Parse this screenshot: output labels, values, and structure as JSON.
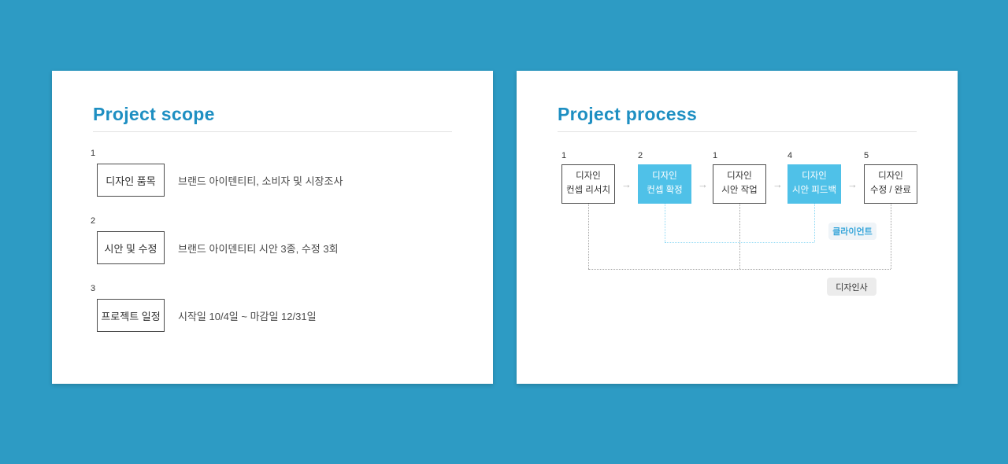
{
  "colors": {
    "background": "#2D9BC4",
    "title_accent": "#1E8FC2",
    "highlight_box": "#4FC1E8",
    "connector_blue": "#8FD9F4",
    "connector_gray": "#A3A3A3"
  },
  "scope_card": {
    "title": "Project scope",
    "items": [
      {
        "number": "1",
        "label": "디자인 품목",
        "description": "브랜드 아이텐티티, 소비자 및 시장조사"
      },
      {
        "number": "2",
        "label": "시안 및 수정",
        "description": "브랜드 아이덴티티 시안 3종, 수정 3회"
      },
      {
        "number": "3",
        "label": "프로젝트 일정",
        "description": "시작일 10/4일 ~ 마감일 12/31일"
      }
    ]
  },
  "process_card": {
    "title": "Project process",
    "arrow": "→",
    "steps": [
      {
        "number": "1",
        "line1": "디자인",
        "line2": "컨셉 리서치",
        "highlighted": false
      },
      {
        "number": "2",
        "line1": "디자인",
        "line2": "컨셉 확정",
        "highlighted": true
      },
      {
        "number": "1",
        "line1": "디자인",
        "line2": "시안 작업",
        "highlighted": false
      },
      {
        "number": "4",
        "line1": "디자인",
        "line2": "시안 피드백",
        "highlighted": true
      },
      {
        "number": "5",
        "line1": "디자인",
        "line2": "수정 / 완료",
        "highlighted": false
      }
    ],
    "badges": {
      "client": "클라이언트",
      "designer": "디자인사"
    }
  }
}
